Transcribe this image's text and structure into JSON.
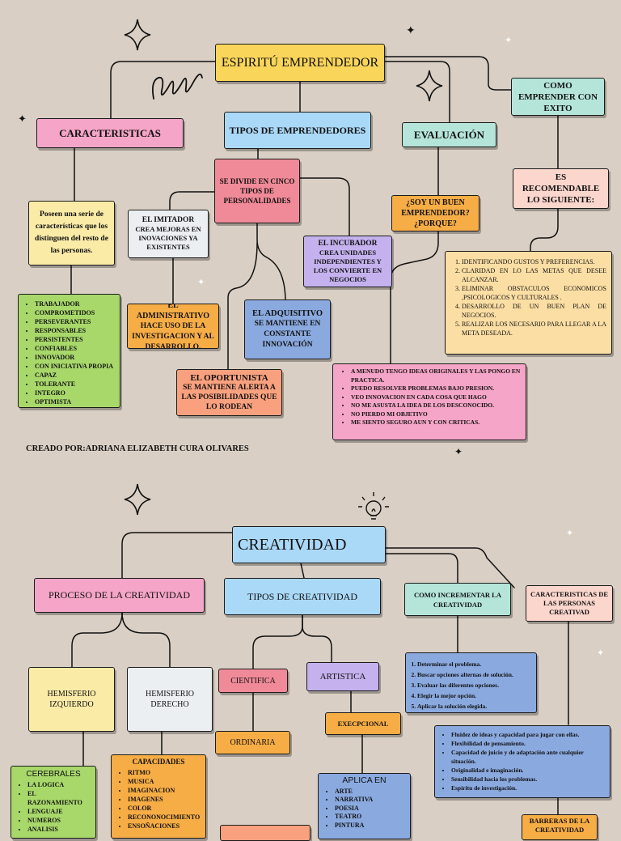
{
  "map1": {
    "title": "ESPIRITÚ EMPRENDEDOR",
    "caracteristicas": "CARACTERISTICAS",
    "tipos": "TIPOS DE EMPRENDEDORES",
    "evaluacion": "EVALUACIÓN",
    "como_emprender": "COMO EMPRENDER CON EXITO",
    "recomendable": "ES RECOMENDABLE LO SIGUIENTE:",
    "divide": "SE DIVIDE EN CINCO TIPOS DE PERSONALIDADES",
    "imitador_title": "EL IMITADOR",
    "imitador_desc": "CREA MEJORAS EN INOVACIONES YA EXISTENTES",
    "poseen": "Poseen una serie de características que los distinguen del resto de las personas.",
    "soy": "¿SOY UN BUEN EMPRENDEDOR? ¿PORQUE?",
    "incubador_title": "EL INCUBADOR",
    "incubador_desc": "CREA UNIDADES INDEPENDIENTES Y LOS CONVIERTE EN NEGOCIOS",
    "rasgos": [
      "TRABAJADOR",
      "COMPROMETIDOS",
      "PERSEVERANTES",
      "RESPONSABLES",
      "PERSISTENTES",
      "CONFIABLES",
      "INNOVADOR",
      "CON INICIATIVA PROPIA",
      "CAPAZ",
      "TOLERANTE",
      "INTEGRO",
      "OPTIMISTA"
    ],
    "admin_title": "EL ADMINISTRATIVO",
    "admin_desc": "HACE USO DE LA INVESTIGACION Y AL DESARROLLO.",
    "adq_title": "EL ADQUISITIVO",
    "adq_desc": "SE MANTIENE EN CONSTANTE INNOVACIÓN",
    "oport_title": "EL OPORTUNISTA",
    "oport_desc": "SE MANTIENE ALERTA A LAS POSIBILIDADES QUE LO RODEAN",
    "pasos": [
      "IDENTIFICANDO GUSTOS Y PREFERENCIAS.",
      "CLARIDAD EN LO LAS METAS QUE DESEE ALCANZAR.",
      "ELIMINAR OBSTACULOS ECONOMICOS ,PSICOLOGICOS Y CULTURALES .",
      "DESARROLLO DE UN BUEN PLAN DE NEGOCIOS.",
      "REALIZAR LOS NECESARIO PARA LLEGAR A LA META DESEADA."
    ],
    "respuestas": [
      "A MENUDO TENGO IDEAS ORIGINALES Y LAS PONGO EN PRACTICA.",
      "PUEDO RESOLVER PROBLEMAS BAJO PRESION.",
      "VEO INNOVACION EN CADA COSA QUE HAGO",
      "NO ME ASUSTA LA IDEA DE LOS DESCONOCIDO.",
      "NO PIERDO MI OBJETIVO",
      "ME SIENTO SEGURO AUN Y CON CRITICAS."
    ],
    "creado": "CREADO POR:ADRIANA ELIZABETH CURA OLIVARES"
  },
  "map2": {
    "title": "CREATIVIDAD",
    "proceso": "PROCESO DE LA CREATIVIDAD",
    "tipos": "TIPOS DE CREATIVIDAD",
    "incrementar": "COMO INCREMENTAR LA CREATIVIDAD",
    "caracteristicas": "CARACTERISTICAS DE LAS PERSONAS CREATIVAD",
    "hem_izq": "HEMISFERIO IZQUIERDO",
    "hem_der": "HEMISFERIO DERECHO",
    "cientifica": "CIENTIFICA",
    "artistica": "ARTISTICA",
    "pasos": [
      "Determinar el problema.",
      "Buscar opciones alternas de solución.",
      "Evaluar las diferentes opciones.",
      "Elegir la mejor opción.",
      "Aplicar la solución elegida."
    ],
    "execpcional": "EXECPCIONAL",
    "ordinaria": "ORDINARIA",
    "cerebrales_title": "CEREBRALES",
    "cerebrales": [
      "LA LOGICA",
      "EL RAZONAMIENTO",
      "LENGUAJE",
      "NUMEROS",
      "ANALISIS"
    ],
    "capacidades_title": "CAPACIDADES",
    "capacidades": [
      "RITMO",
      "MUSICA",
      "IMAGINACION",
      "IMAGENES",
      "COLOR",
      "RECONONOCIMIENTO",
      "ENSOÑACIONES"
    ],
    "aplica_title": "APLICA EN",
    "aplica": [
      "ARTE",
      "NARRATIVA",
      "POESIA",
      "TEATRO",
      "PINTURA"
    ],
    "rasgos": [
      "Fluidez de ideas y capacidad para jugar con ellas.",
      "Flexibilidad de pensamiento.",
      "Capacidad de juicio y de adaptación ante cualquier situación.",
      "Originalidad e imaginación.",
      "Sensibilidad hacia los problemas.",
      "Espíritu de investigación."
    ],
    "barreras": "BARRERAS DE LA CREATIVIDAD"
  }
}
